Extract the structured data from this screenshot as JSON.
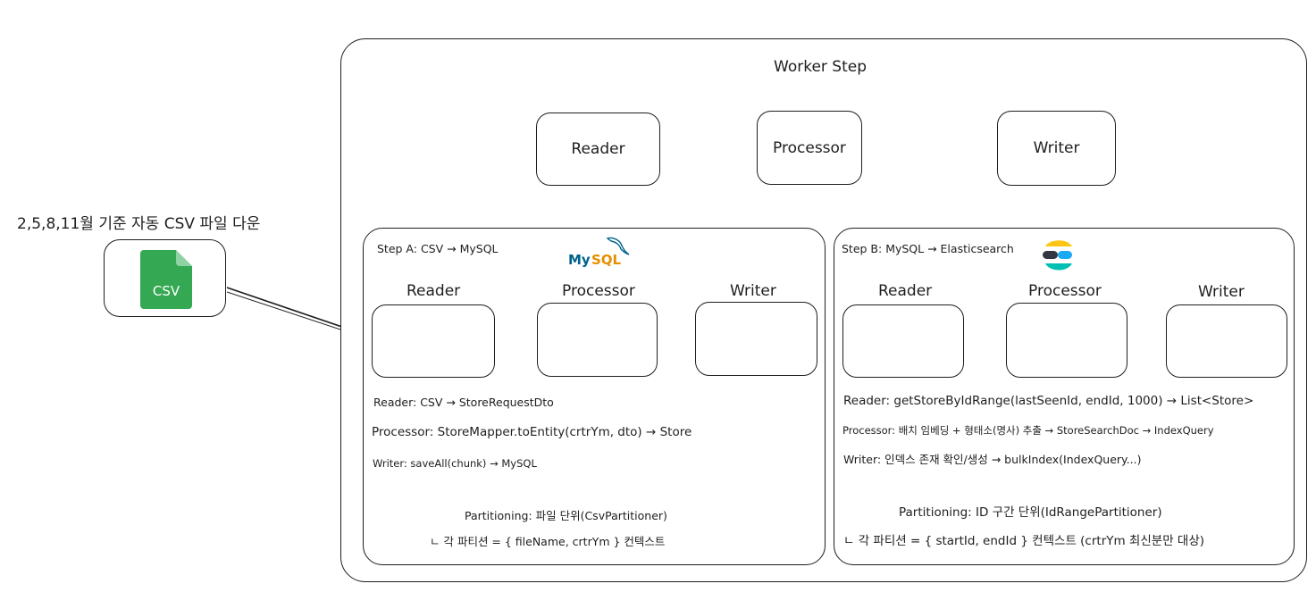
{
  "caption": "2,5,8,11월 기준 자동 CSV 파일 다운",
  "csv_label": "CSV",
  "worker": {
    "title": "Worker Step",
    "reader": "Reader",
    "processor": "Processor",
    "writer": "Writer"
  },
  "step_a": {
    "title": "Step A: CSV → MySQL",
    "logo": "MySQL",
    "reader_label": "Reader",
    "processor_label": "Processor",
    "writer_label": "Writer",
    "notes": [
      "Reader: CSV → StoreRequestDto",
      "Processor: StoreMapper.toEntity(crtrYm, dto) → Store",
      "Writer: saveAll(chunk) → MySQL"
    ],
    "partitioning": "Partitioning: 파일 단위(CsvPartitioner)",
    "partition_context": "ㄴ 각 파티션 = { fileName, crtrYm } 컨텍스트"
  },
  "step_b": {
    "title": "Step B: MySQL → Elasticsearch",
    "reader_label": "Reader",
    "processor_label": "Processor",
    "writer_label": "Writer",
    "notes": [
      "Reader: getStoreByIdRange(lastSeenId, endId, 1000) → List<Store>",
      "Processor: 배치 임베딩 + 형태소(명사) 추출 → StoreSearchDoc → IndexQuery",
      "Writer: 인덱스 존재 확인/생성 → bulkIndex(IndexQuery...)"
    ],
    "partitioning": "Partitioning: ID 구간 단위(IdRangePartitioner)",
    "partition_context": "ㄴ 각 파티션 = { startId, endId } 컨텍스트 (crtrYm 최신분만 대상)"
  },
  "colors": {
    "stroke": "#1e1e1e",
    "csv_green": "#34a853",
    "csv_fold": "#8fd3a4",
    "mysql_blue": "#00618a",
    "mysql_orange": "#e48e00",
    "es_yellow": "#fec514",
    "es_teal": "#00bfb3",
    "es_blue": "#1ba9f5",
    "es_dark": "#343741"
  },
  "icons": [
    "csv-file-icon",
    "mysql-logo-icon",
    "elasticsearch-logo-icon"
  ]
}
